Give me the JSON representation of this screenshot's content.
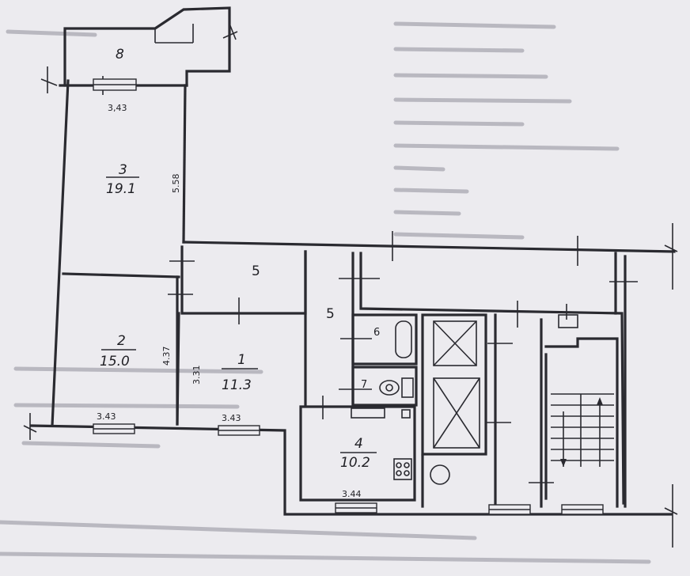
{
  "rooms": {
    "r1": {
      "number": "1",
      "area": "11.3"
    },
    "r2": {
      "number": "2",
      "area": "15.0"
    },
    "r3": {
      "number": "3",
      "area": "19.1"
    },
    "r4": {
      "number": "4",
      "area": "10.2"
    },
    "hall_a": {
      "number": "5"
    },
    "hall_b": {
      "number": "5"
    },
    "bath": {
      "number": "6"
    },
    "wc": {
      "number": "7"
    },
    "balcony": {
      "number": "8"
    }
  },
  "dimensions": {
    "r3_width": "3,43",
    "r3_length": "5.58",
    "r2_width": "3.43",
    "r2_length": "4.37",
    "r1_width": "3.43",
    "r1_length": "3.31",
    "r4_width": "3.44"
  }
}
